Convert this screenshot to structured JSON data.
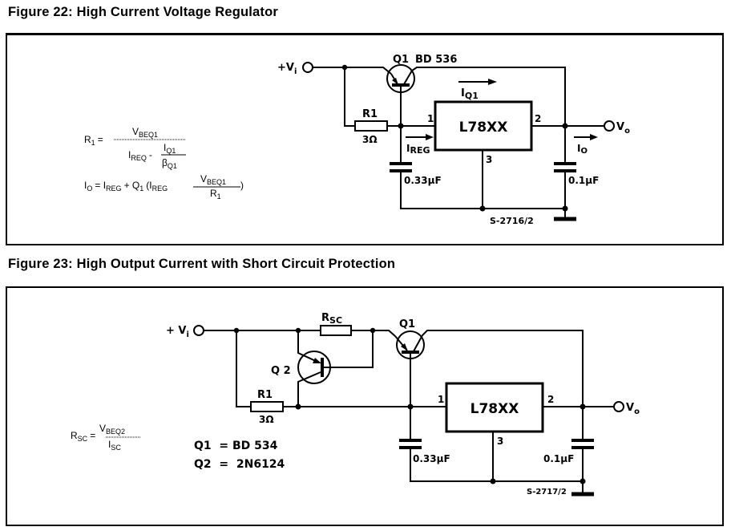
{
  "figures": [
    {
      "title": "Figure 22: High Current Voltage Regulator",
      "equations": {
        "r1_lhs": "R",
        "r1_lhs_sub": "1",
        "eq": "=",
        "num": "V",
        "num_sub": "BEQ1",
        "den_i": "I",
        "den_i_sub": "REQ",
        "minus": "-",
        "den_frac_num": "I",
        "den_frac_num_sub": "Q1",
        "den_frac_den": "β",
        "den_frac_den_sub": "Q1",
        "io_lhs": "I",
        "io_lhs_sub": "O",
        "io_rhs_1": "= I",
        "io_rhs_1_sub": "REG",
        "io_rhs_2": "+ Q",
        "io_rhs_2_sub": "1",
        "io_rhs_3": "(I",
        "io_rhs_3_sub": "REG",
        "io_frac_num": "V",
        "io_frac_num_sub": "BEQ1",
        "io_frac_den": "R",
        "io_frac_den_sub": "1",
        "close": ")"
      },
      "circuit": {
        "vin_label": "+V",
        "vin_sub": "i",
        "q1_label": "Q1",
        "q1_part": "BD 536",
        "iq1_label": "I",
        "iq1_sub": "Q1",
        "r1_label": "R1",
        "r1_value": "3Ω",
        "ireg_label": "I",
        "ireg_sub": "REG",
        "regulator": "L78XX",
        "pin1": "1",
        "pin2": "2",
        "pin3": "3",
        "cin": "0.33µF",
        "cout": "0.1µF",
        "vout_label": "V",
        "vout_sub": "o",
        "io_label": "I",
        "io_sub": "O",
        "ref": "S-2716/2"
      }
    },
    {
      "title": "Figure 23: High Output Current with Short Circuit Protection",
      "equations": {
        "lhs": "R",
        "lhs_sub": "SC",
        "eq": "=",
        "num": "V",
        "num_sub": "BEQ2",
        "den": "I",
        "den_sub": "SC"
      },
      "circuit": {
        "vin_label": "+ V",
        "vin_sub": "i",
        "rsc_label": "R",
        "rsc_sub": "SC",
        "q1_label": "Q1",
        "q2_label": "Q 2",
        "r1_label": "R1",
        "r1_value": "3Ω",
        "parts_q1": "Q1  = BD 534",
        "parts_q2": "Q2  =  2N6124",
        "regulator": "L78XX",
        "pin1": "1",
        "pin2": "2",
        "pin3": "3",
        "cin": "0.33µF",
        "cout": "0.1µF",
        "vout_label": "V",
        "vout_sub": "o",
        "ref": "S-2717/2"
      }
    }
  ]
}
